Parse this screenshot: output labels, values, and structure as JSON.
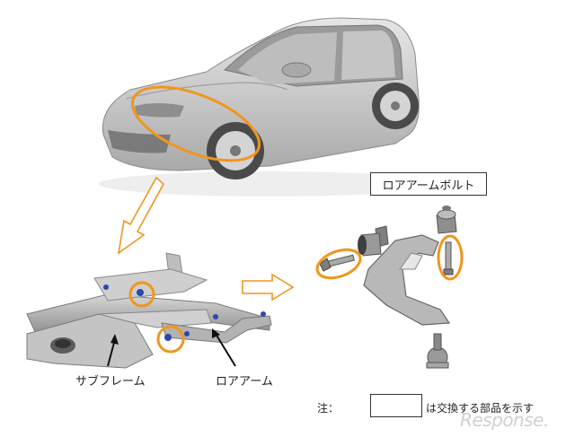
{
  "labels": {
    "lower_arm_bolt": "ロアアームボルト",
    "subframe": "サブフレーム",
    "lower_arm": "ロアアーム",
    "note_prefix": "注：",
    "note_text": "は交換する部品を示す",
    "watermark": "Response."
  },
  "colors": {
    "highlight": "#f0961e",
    "arrow": "#f0961e",
    "part_gray": "#b5b5b5",
    "part_dark": "#6f6f6f",
    "bolt_blue": "#2b47b0"
  },
  "icons": {
    "car": "hatchback-car-illustration",
    "subframe": "subframe-assembly-illustration",
    "lower_arm": "lower-arm-exploded-illustration"
  }
}
